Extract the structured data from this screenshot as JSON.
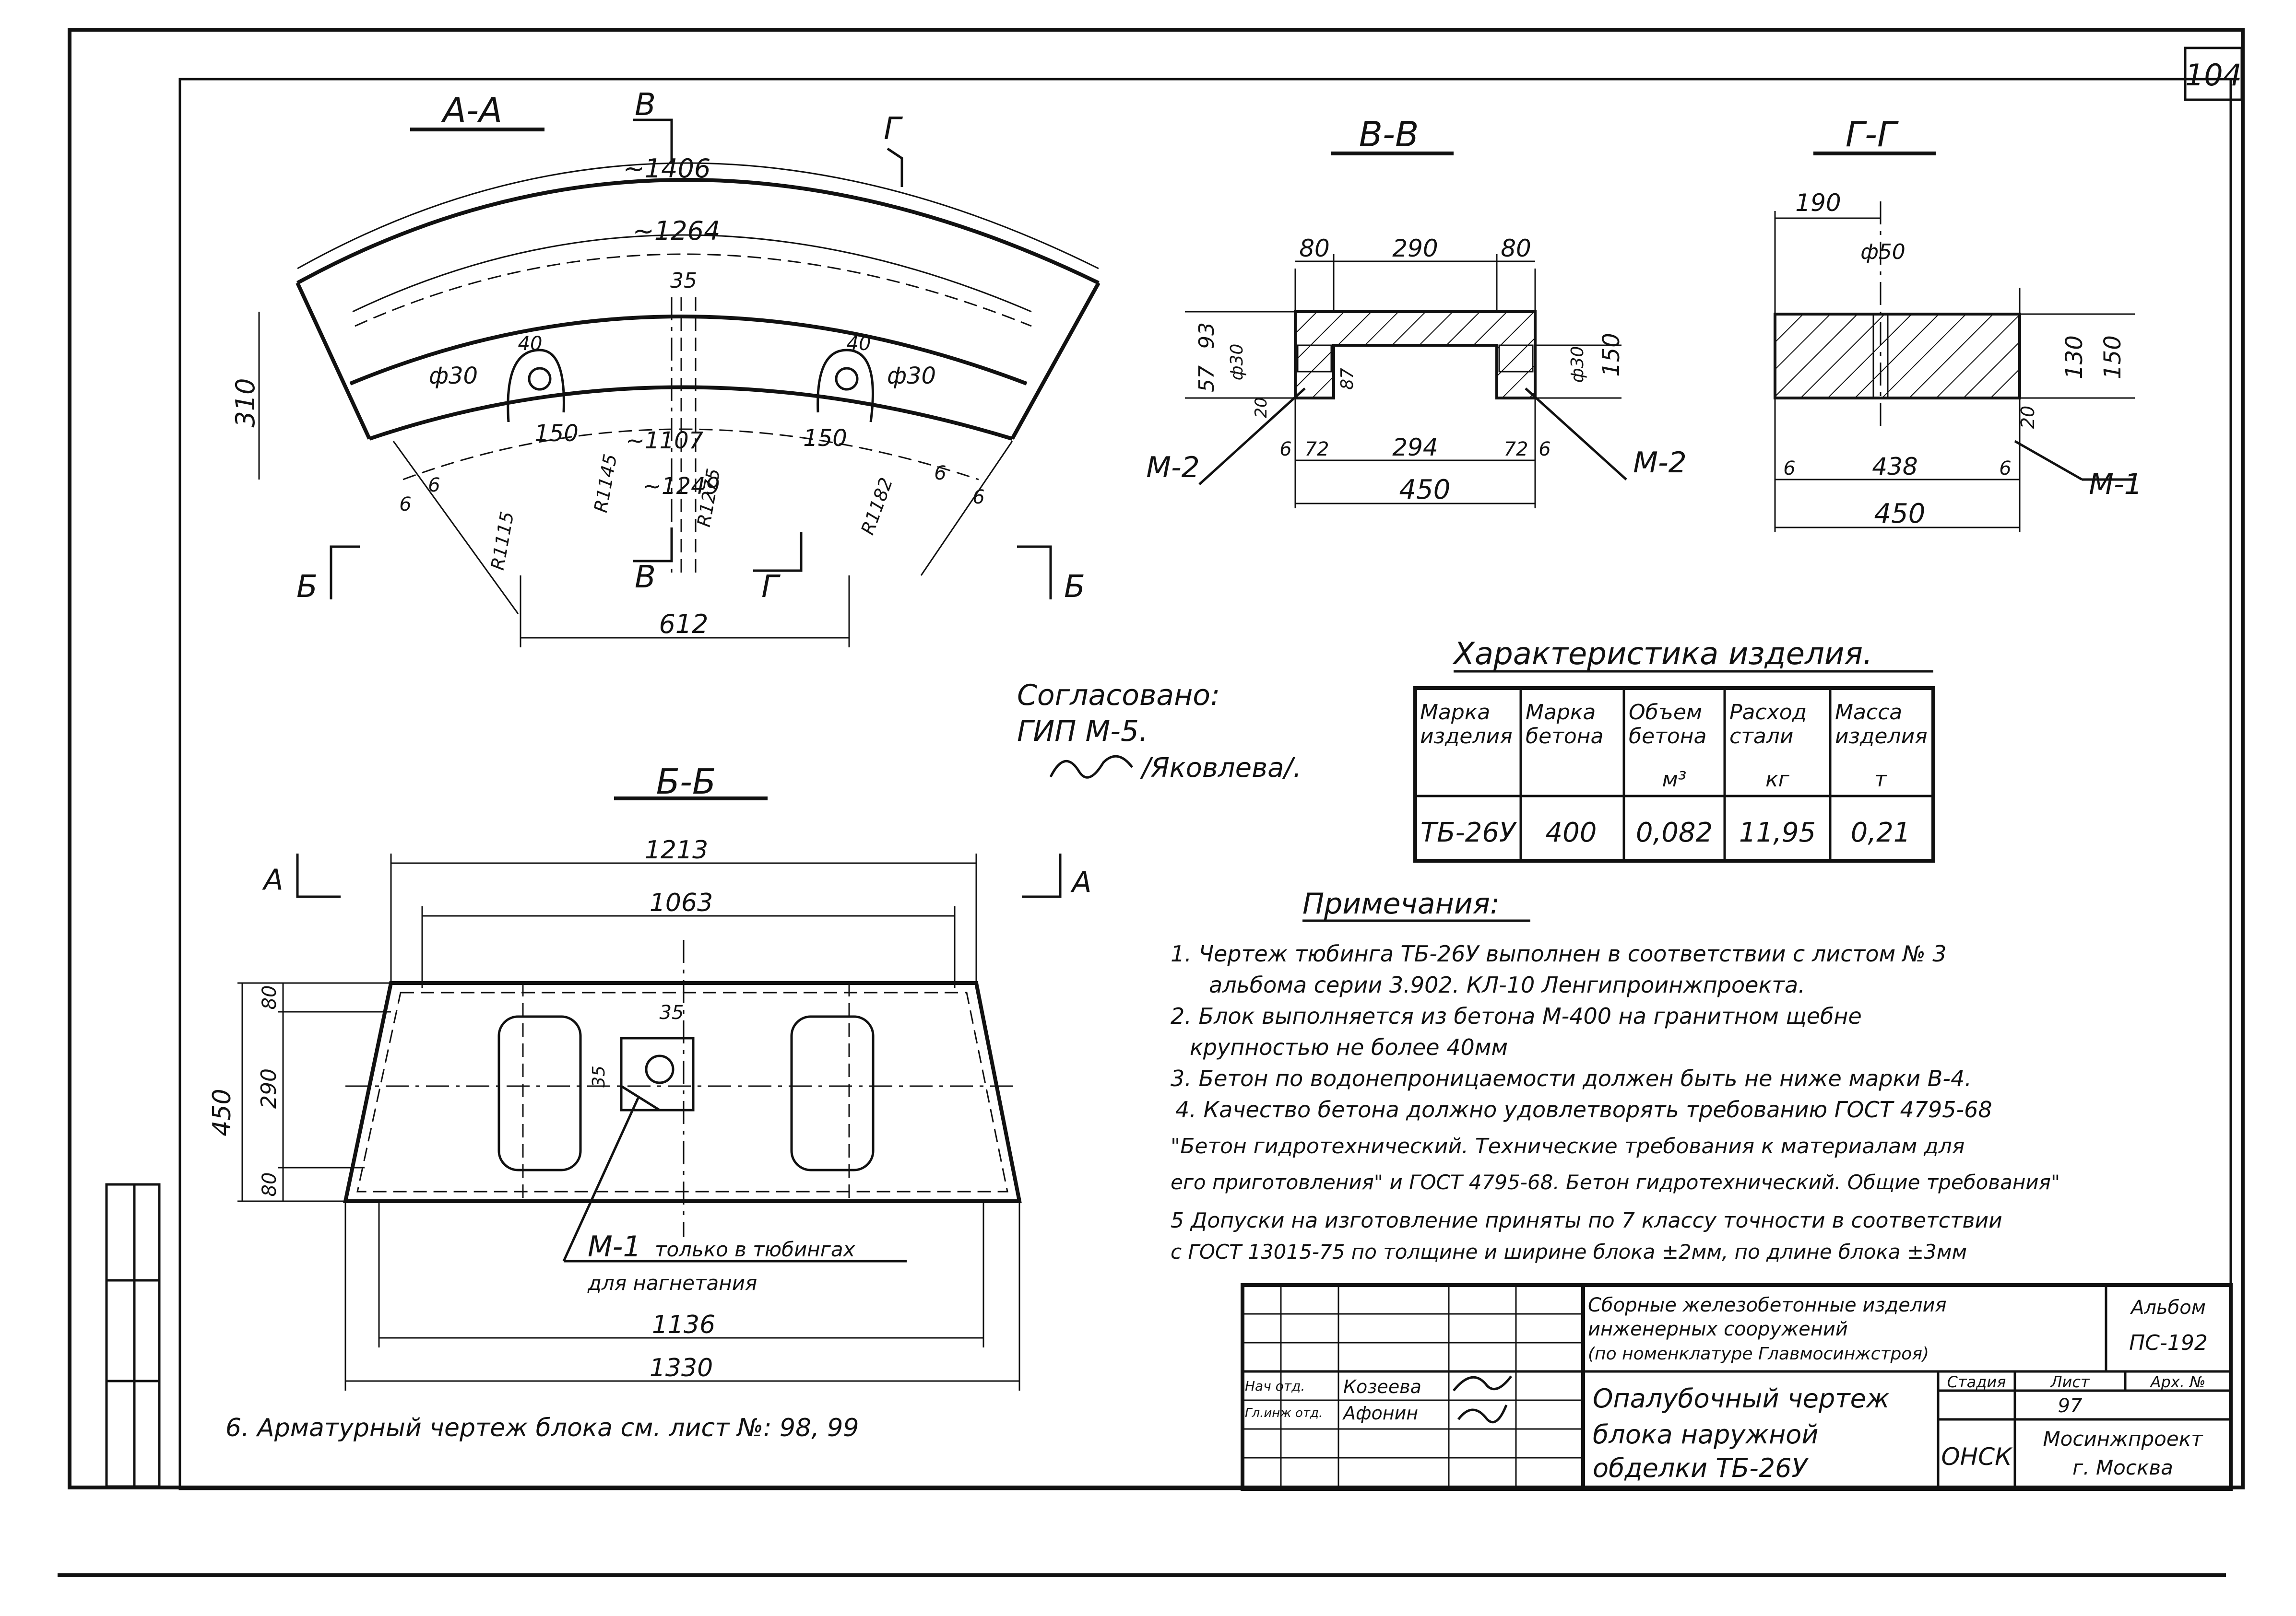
{
  "sheet": {
    "number": "104"
  },
  "section_titles": {
    "a_a": "А-А",
    "v_v": "В-В",
    "g_g": "Г-Г",
    "b_b": "Б-Б"
  },
  "section_marks": {
    "v_top": "В",
    "g_top": "Г",
    "b_left": "Б",
    "v_bottom": "В",
    "g_bottom": "Г",
    "b_right": "Б",
    "a_left": "А",
    "a_right": "А"
  },
  "dims_aa": {
    "outer_arc": "~1406",
    "inner_arc_top": "~1264",
    "hole_top": "35",
    "height": "310",
    "left_hole_dia": "ф30",
    "left_hole_w": "40",
    "right_hole_w": "40",
    "right_hole_dia": "ф30",
    "left_150": "150",
    "right_150": "150",
    "arc_1107": "~1107",
    "arc_1249": "~1249",
    "r1145": "R1145",
    "r1275": "R1275",
    "r1182": "R1182",
    "r1115": "R1115",
    "left_6a": "6",
    "left_6b": "6",
    "right_6a": "6",
    "right_6b": "6",
    "chord": "612"
  },
  "dims_vv": {
    "top_80a": "80",
    "top_290": "290",
    "top_80b": "80",
    "left_93": "93",
    "left_57": "57",
    "left_dia": "ф30",
    "left_20": "20",
    "mid_87": "87",
    "right_dia": "ф30",
    "right_150": "150",
    "bot_6a": "6",
    "bot_72a": "72",
    "bot_294": "294",
    "bot_72b": "72",
    "bot_6b": "6",
    "total": "450",
    "m2_left": "М-2",
    "m2_right": "М-2"
  },
  "dims_gg": {
    "top_190": "190",
    "dia": "ф50",
    "right_130": "130",
    "right_150": "150",
    "bot_20": "20",
    "bot_6a": "6",
    "bot_438": "438",
    "bot_6b": "6",
    "total": "450",
    "m1": "М-1"
  },
  "dims_bb": {
    "top_1213": "1213",
    "top_1063": "1063",
    "left_80a": "80",
    "left_290": "290",
    "left_80b": "80",
    "left_450": "450",
    "hole_35a": "35",
    "hole_35b": "35",
    "bot_1136": "1136",
    "bot_1330": "1330",
    "m1_label": "М-1",
    "m1_text1": "только в тюбингах",
    "m1_text2": "для нагнетания"
  },
  "approval": {
    "line1": "Согласовано:",
    "line2": "ГИП М-5.",
    "signature_name": "/Яковлева/."
  },
  "characteristics": {
    "title": "Характеристика изделия.",
    "headers": [
      [
        "Марка",
        "изделия",
        ""
      ],
      [
        "Марка",
        "бетона",
        ""
      ],
      [
        "Объем",
        "бетона",
        "м³"
      ],
      [
        "Расход",
        "стали",
        "кг"
      ],
      [
        "Масса",
        "изделия",
        "т"
      ]
    ],
    "row": [
      "ТБ-26У",
      "400",
      "0,082",
      "11,95",
      "0,21"
    ]
  },
  "notes": {
    "title": "Примечания:",
    "lines": [
      "1. Чертеж тюбинга ТБ-26У выполнен в соответствии с листом № 3",
      "альбома серии 3.902. КЛ-10 Ленгипроинжпроекта.",
      "2. Блок выполняется из бетона М-400 на гранитном щебне",
      "крупностью не более 40мм",
      "3. Бетон по водонепроницаемости должен быть не ниже марки В-4.",
      "4. Качество бетона должно удовлетворять требованию ГОСТ 4795-68",
      "\"Бетон гидротехнический. Технические требования к материалам для",
      "его приготовления\" и ГОСТ 4795-68. Бетон гидротехнический. Общие требования\"",
      "5 Допуски на изготовление приняты по 7 классу точности в соответствии",
      "с ГОСТ 13015-75 по толщине и ширине блока ±2мм, по длине блока ±3мм"
    ],
    "note6": "6. Арматурный чертеж блока см. лист №: 98, 99"
  },
  "title_block": {
    "project_line1": "Сборные железобетонные изделия",
    "project_line2": "инженерных сооружений",
    "project_line3": "(по номенклатуре Главмосинжстроя)",
    "album_label": "Альбом",
    "album_value": "ПС-192",
    "role1": "Нач отд.",
    "name1": "Козеева",
    "role2": "Гл.инж отд.",
    "name2": "Афонин",
    "drawing_line1": "Опалубочный чертеж",
    "drawing_line2": "блока наружной",
    "drawing_line3": "обделки ТБ-26У",
    "stage_label": "Стадия",
    "sheet_label": "Лист",
    "sheets_label": "Арх. №",
    "sheet_value": "97",
    "stage_value": "ОНСК",
    "org_line1": "Мосинжпроект",
    "org_line2": "г. Москва"
  }
}
